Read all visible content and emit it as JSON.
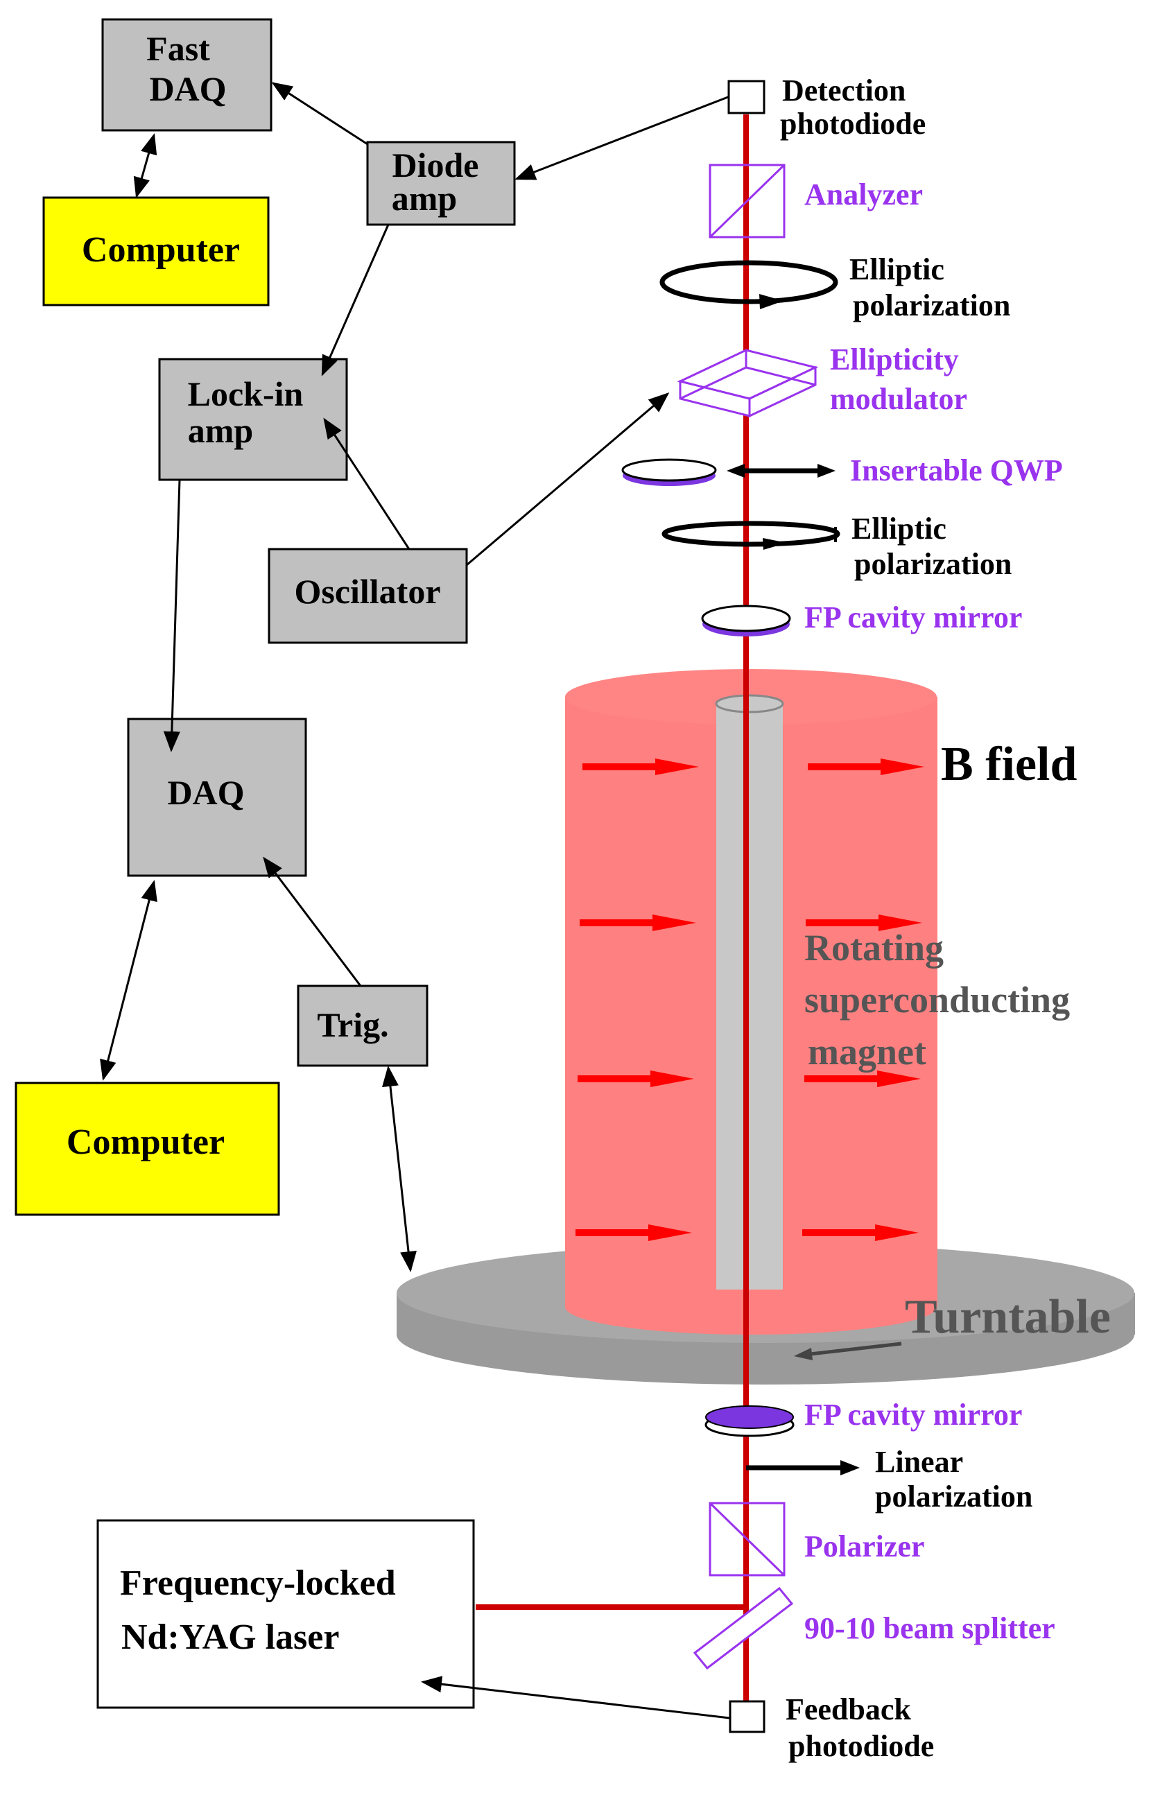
{
  "diagram": {
    "boxes": {
      "fast_daq": [
        "Fast",
        "DAQ"
      ],
      "computer_top": "Computer",
      "diode_amp": [
        "Diode",
        "amp"
      ],
      "lockin_amp": [
        "Lock-in",
        "amp"
      ],
      "oscillator": "Oscillator",
      "daq": "DAQ",
      "trig": "Trig.",
      "computer_bottom": "Computer",
      "laser": [
        "Frequency-locked",
        "Nd:YAG laser"
      ]
    },
    "optics": {
      "detection_photodiode": [
        "Detection",
        "photodiode"
      ],
      "analyzer": "Analyzer",
      "elliptic_top": [
        "Elliptic",
        "polarization"
      ],
      "ellipticity_modulator": [
        "Ellipticity",
        "modulator"
      ],
      "insertable_qwp": "Insertable QWP",
      "elliptic_mid": [
        "Elliptic",
        "polarization"
      ],
      "fp_mirror_top": "FP cavity mirror",
      "b_field": "B field",
      "magnet": [
        "Rotating",
        "superconducting",
        "magnet"
      ],
      "turntable": "Turntable",
      "fp_mirror_bottom": "FP cavity mirror",
      "linear_polarization": [
        "Linear",
        "polarization"
      ],
      "polarizer": "Polarizer",
      "beam_splitter": "90-10 beam splitter",
      "feedback_photodiode": [
        "Feedback",
        "photodiode"
      ]
    },
    "colors": {
      "beam": "#cc0000",
      "optic_label": "#9933ee",
      "box_gray": "#c0c0c0",
      "computer_yellow": "#ffff00",
      "magnet_body": "#ff8080",
      "field_arrow": "#ff0000",
      "turntable": "#9a9a9a",
      "bore": "#c8c8c8"
    }
  }
}
